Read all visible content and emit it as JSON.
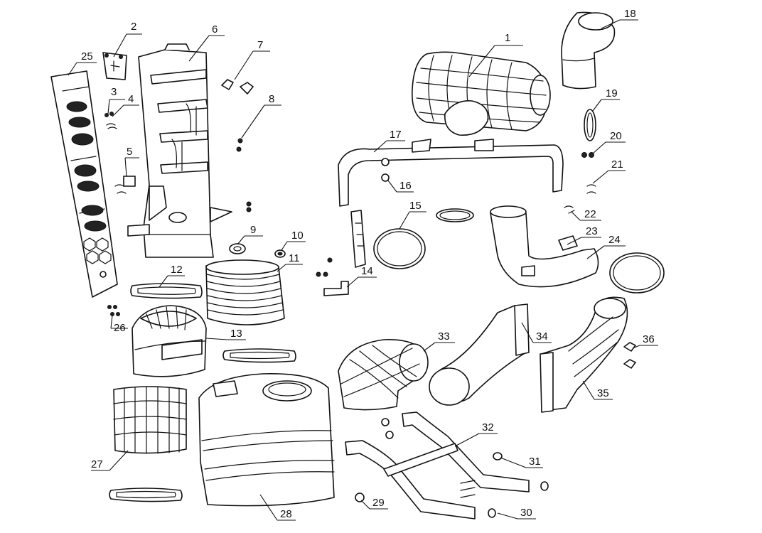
{
  "callouts": [
    {
      "number": "1"
    },
    {
      "number": "2"
    },
    {
      "number": "3"
    },
    {
      "number": "4"
    },
    {
      "number": "5"
    },
    {
      "number": "6"
    },
    {
      "number": "7"
    },
    {
      "number": "8"
    },
    {
      "number": "9"
    },
    {
      "number": "10"
    },
    {
      "number": "11"
    },
    {
      "number": "12"
    },
    {
      "number": "13"
    },
    {
      "number": "14"
    },
    {
      "number": "15"
    },
    {
      "number": "16"
    },
    {
      "number": "17"
    },
    {
      "number": "18"
    },
    {
      "number": "19"
    },
    {
      "number": "20"
    },
    {
      "number": "21"
    },
    {
      "number": "22"
    },
    {
      "number": "23"
    },
    {
      "number": "24"
    },
    {
      "number": "25"
    },
    {
      "number": "26"
    },
    {
      "number": "27"
    },
    {
      "number": "28"
    },
    {
      "number": "29"
    },
    {
      "number": "30"
    },
    {
      "number": "31"
    },
    {
      "number": "32"
    },
    {
      "number": "33"
    },
    {
      "number": "34"
    },
    {
      "number": "35"
    },
    {
      "number": "36"
    }
  ]
}
